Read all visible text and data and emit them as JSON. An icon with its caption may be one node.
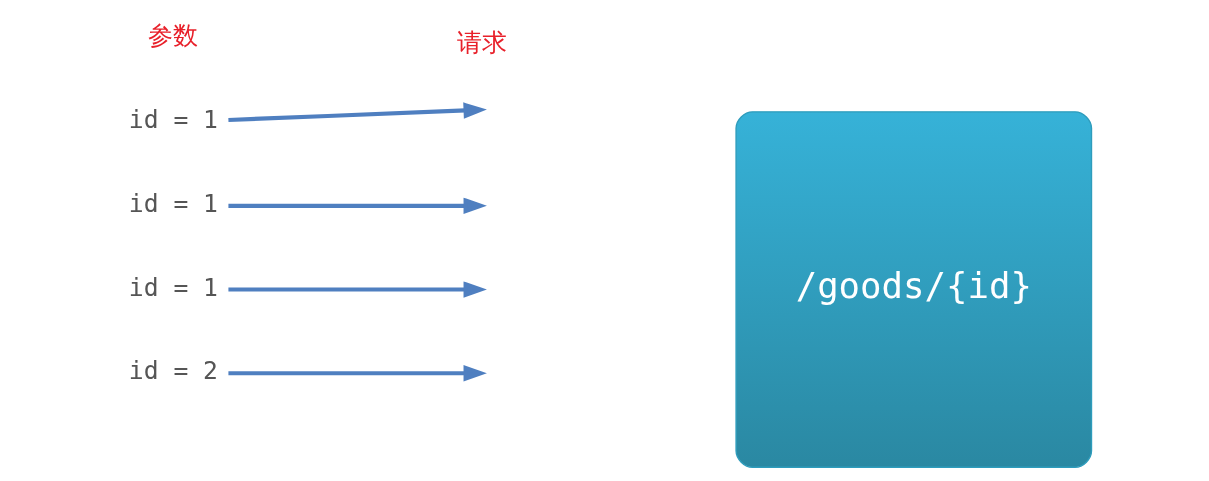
{
  "diagram": {
    "nodes": [
      {
        "text": [
          "id = 1"
        ]
      },
      {
        "text": [
          "id = 1"
        ]
      },
      {
        "text": [
          "id = 1"
        ]
      },
      {
        "text": [
          "id = 2"
        ]
      },
      {
        "text": [
          "/goods/{id}"
        ]
      }
    ],
    "edges": [
      {
        "from": 0,
        "to": null,
        "arrow": "to"
      },
      {
        "from": 1,
        "to": null,
        "arrow": "to"
      },
      {
        "from": 2,
        "to": null,
        "arrow": "to"
      },
      {
        "from": 3,
        "to": null,
        "arrow": "to"
      }
    ],
    "labels": [
      "参数",
      "请求"
    ]
  }
}
